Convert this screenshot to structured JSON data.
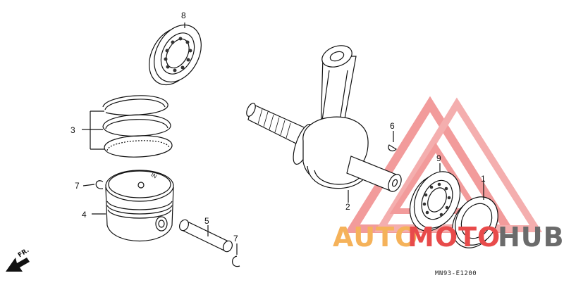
{
  "callouts": {
    "crankshaft_bearing_top": "8",
    "piston_rings": "3",
    "piston_pin_clip_left": "7",
    "piston": "4",
    "piston_pin": "5",
    "piston_pin_clip_right": "7",
    "crankshaft": "2",
    "woodruff_key": "6",
    "crankshaft_bearing_right": "9",
    "oil_seal": "1"
  },
  "piston_mark": "IN",
  "direction_label": "FR.",
  "diagram_code": "MN93-E1200",
  "watermark": {
    "part1": "AUTO",
    "part2": "MOTO",
    "part3": "HUB",
    "color_orange": "#f5b25a",
    "color_red": "#e84b4b",
    "color_gray": "#6b6b6b"
  }
}
